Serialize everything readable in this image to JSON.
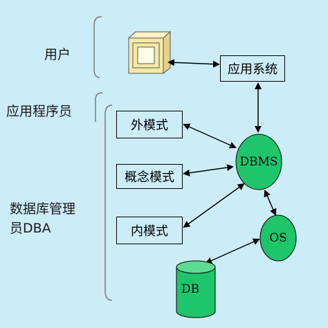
{
  "roles": {
    "user": "用户",
    "app_programmer": "应用程序员",
    "dba_line1": "数据库管理",
    "dba_line2": "员DBA"
  },
  "boxes": {
    "app_system": "应用系统",
    "external_schema": "外模式",
    "conceptual_schema": "概念模式",
    "internal_schema": "内模式"
  },
  "nodes": {
    "dbms": "DBMS",
    "os": "OS",
    "db": "DB"
  },
  "colors": {
    "background": "#ccecf8",
    "node_fill": "#1fc56b",
    "computer_fill": "#f5e9a8",
    "bracket": "#7a7a7a"
  },
  "icons": {
    "user_terminal": "computer-terminal-icon"
  }
}
